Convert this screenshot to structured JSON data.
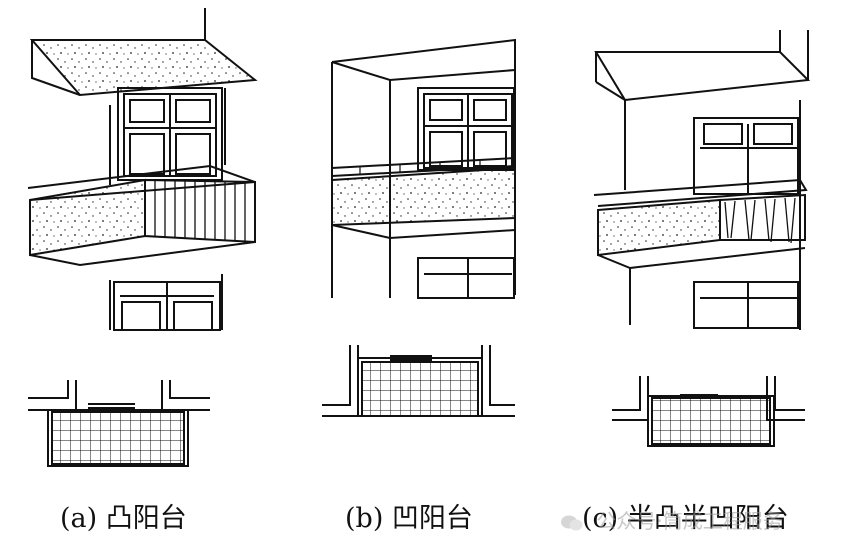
{
  "captions": {
    "a": "(a) 凸阳台",
    "b": "(b) 凹阳台",
    "c": "(c) 半凸半凹阳台"
  },
  "watermark": {
    "text": "公众号·筒成工程服务",
    "icon": "wechat-icon"
  },
  "colors": {
    "ink": "#111111",
    "paper": "#ffffff",
    "watermark": "#9a9a9a"
  }
}
